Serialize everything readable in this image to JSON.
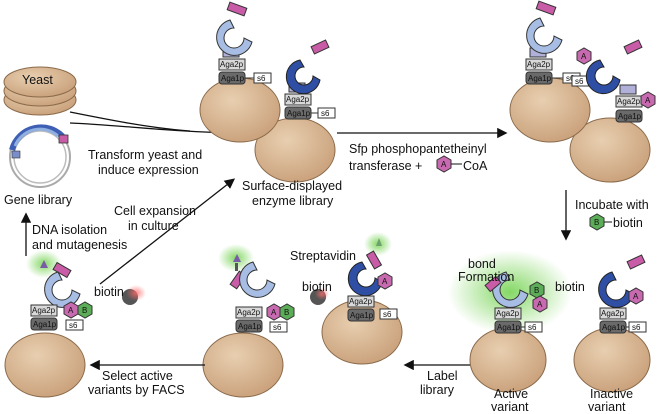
{
  "labels": {
    "yeast": "Yeast",
    "gene_library": "Gene library",
    "transform_line1": "Transform yeast and",
    "transform_line2": "induce expression",
    "surface_line1": "Surface-displayed",
    "surface_line2": "enzyme library",
    "sfp_line1": "Sfp phosphopantetheinyl",
    "sfp_line2_prefix": "transferase +",
    "sfp_line2_suffix": "CoA",
    "incubate_line1": "Incubate with",
    "incubate_line2_suffix": "biotin",
    "dna_line1": "DNA isolation",
    "dna_line2": "and mutagenesis",
    "cell_exp_line1": "Cell expansion",
    "cell_exp_line2": "in culture",
    "select_line1": "Select active",
    "select_line2": "variants by FACS",
    "label_line1": "Label",
    "label_line2": "library",
    "streptavidin": "Streptavidin",
    "biotin": "biotin",
    "bond_line1": "bond",
    "bond_line2": "Formation",
    "active_line1": "Active",
    "active_line2": "variant",
    "inactive_line1": "Inactive",
    "inactive_line2": "variant"
  },
  "construct": {
    "aga2p": "Aga2p",
    "aga1p": "Aga1p",
    "s6": "s6",
    "substrate_A": "A",
    "biotin_B": "B"
  },
  "colors": {
    "cell": "#d8b48f",
    "light_enzyme": "#a7bde3",
    "dark_enzyme": "#2f4fa5",
    "tag": "#c85ca6",
    "hex_A": "#c86ab0",
    "hex_B": "#5cad58",
    "aga": "#6a6a6a"
  }
}
